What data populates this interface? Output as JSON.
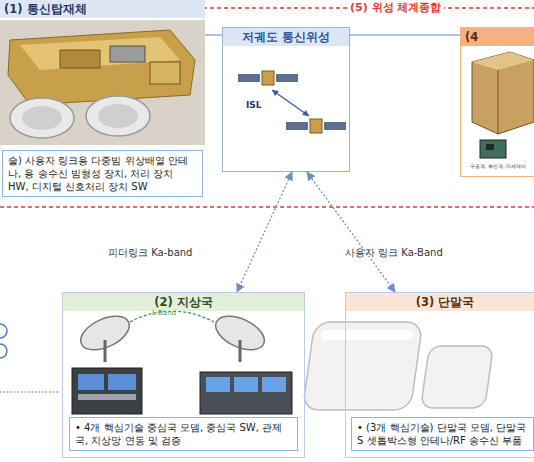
{
  "diagram": {
    "nodes": [
      {
        "text": [
          "(1) 통신탑재체"
        ]
      },
      {
        "text": [
          "술) 사용자 링크용 다중빔 위상배열 안테나, 용 송수신 빔형성 장치, 처리 장치 HW, 디지털 신호처리 장치 SW"
        ],
        "in": 0
      },
      {
        "text": [
          "저궤도 통신위성"
        ]
      },
      {
        "text": [
          "(4"
        ]
      },
      {
        "text": [
          "(2) 지상국"
        ]
      },
      {
        "text": [
          "• 4개 핵심기술 중심국 모뎀, 중심국 SW, 관제국, 지상망 연동 및 검증"
        ],
        "in": 4
      },
      {
        "text": [
          "(3) 단말국"
        ]
      },
      {
        "text": [
          "• (3개 핵심기술) 단말국 모뎀, 단말국 S 셋톱박스형 안테나/RF 송수신 부품"
        ],
        "in": 6
      }
    ],
    "edges": [
      {
        "from": 0,
        "to": 2,
        "arrow": "none"
      },
      {
        "from": 2,
        "to": 3,
        "arrow": "none"
      },
      {
        "from": 2,
        "to": 4,
        "label": "피더링크 Ka-band",
        "arrow": "both"
      },
      {
        "from": 2,
        "to": 6,
        "label": "사용자 링크 Ka-Band",
        "arrow": "both"
      }
    ],
    "labels": [
      "(5) 위성 체계종합",
      "ISL",
      "L-Band",
      "구조계, 추진계, 자세제어"
    ]
  }
}
